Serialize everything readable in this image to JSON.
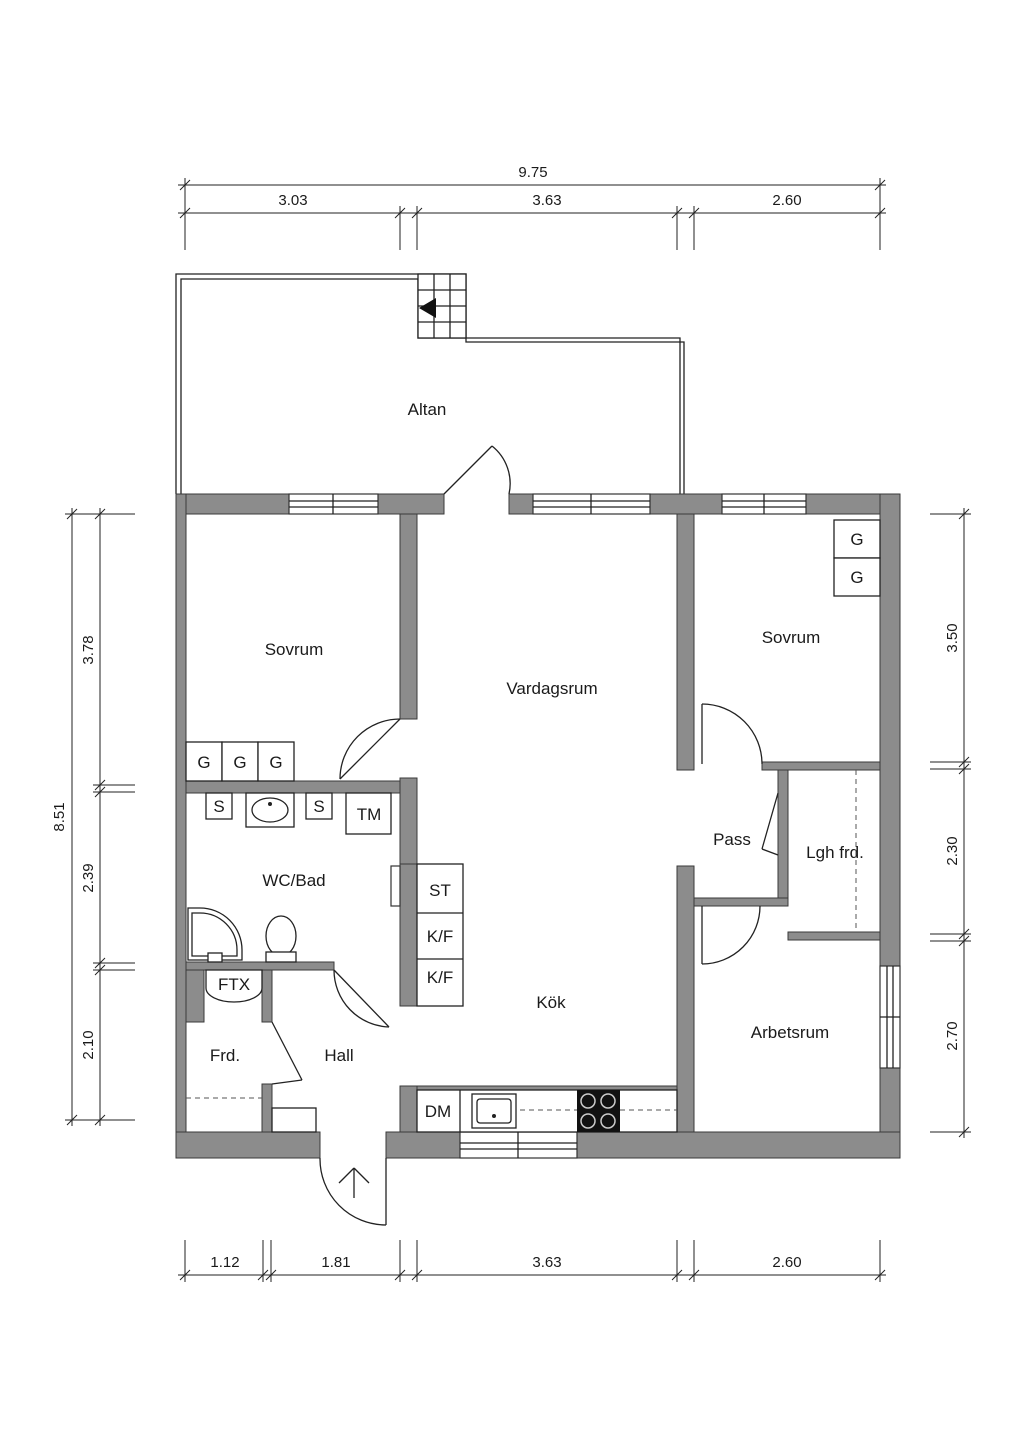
{
  "rooms": {
    "altan": "Altan",
    "sovrum_left": "Sovrum",
    "vardagsrum": "Vardagsrum",
    "sovrum_right": "Sovrum",
    "wc_bad": "WC/Bad",
    "pass": "Pass",
    "lgh_frd": "Lgh frd.",
    "kok": "Kök",
    "arbetsrum": "Arbetsrum",
    "frd": "Frd.",
    "hall": "Hall"
  },
  "fixtures": {
    "g": "G",
    "s": "S",
    "tm": "TM",
    "st": "ST",
    "kf": "K/F",
    "ftx": "FTX",
    "dm": "DM"
  },
  "dimensions": {
    "top_total": "9.75",
    "top": [
      "3.03",
      "3.63",
      "2.60"
    ],
    "bottom": [
      "1.12",
      "1.81",
      "3.63",
      "2.60"
    ],
    "left_total": "8.51",
    "left": [
      "3.78",
      "2.39",
      "2.10"
    ],
    "right": [
      "3.50",
      "2.30",
      "2.70"
    ]
  },
  "colors": {
    "wall": "#8c8c8c",
    "line": "#222222"
  }
}
